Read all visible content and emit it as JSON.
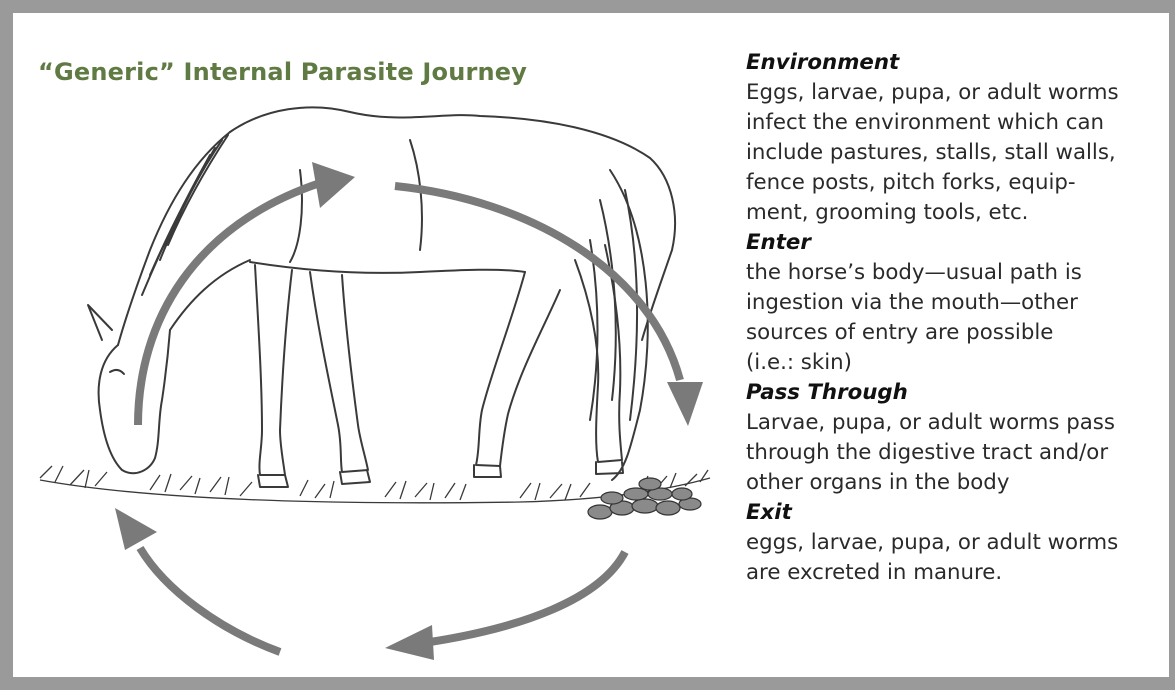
{
  "title": "“Generic” Internal Parasite Journey",
  "arrow_color": "#7a7a7a",
  "title_color": "#5f7a42",
  "stages": [
    {
      "heading": "Environment",
      "lines": [
        "Eggs, larvae, pupa, or adult worms",
        "infect the environment which can",
        "include pastures, stalls, stall walls,",
        "fence posts, pitch forks, equip-",
        "ment, grooming tools, etc."
      ]
    },
    {
      "heading": "Enter",
      "lines": [
        "the horse’s body—usual path is",
        "ingestion via the mouth—other",
        "sources of entry are possible",
        "(i.e.: skin)"
      ]
    },
    {
      "heading": "Pass Through",
      "lines": [
        "Larvae, pupa, or adult worms pass",
        "through the digestive tract and/or",
        "other organs in the body"
      ]
    },
    {
      "heading": "Exit",
      "lines": [
        "eggs, larvae, pupa, or adult worms",
        "are excreted in manure."
      ]
    }
  ]
}
